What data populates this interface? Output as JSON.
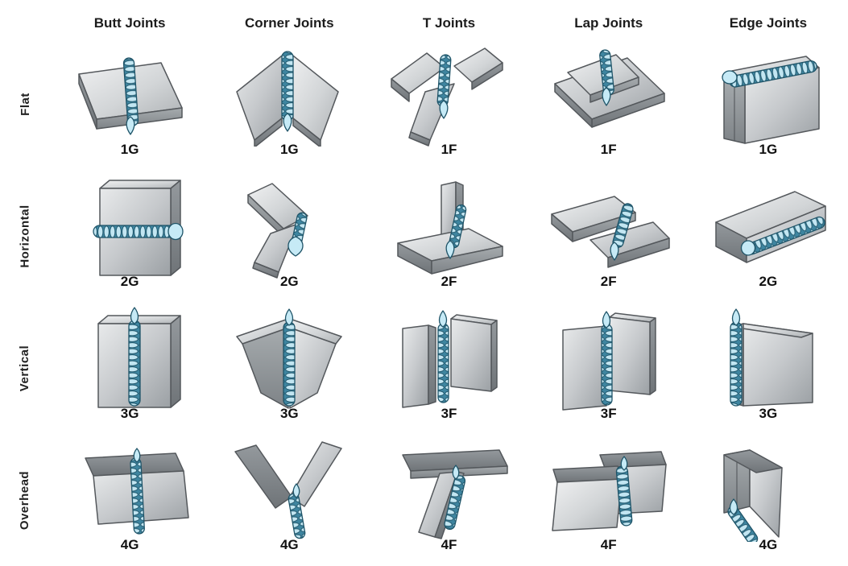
{
  "diagram": {
    "columns": [
      "Butt Joints",
      "Corner Joints",
      "T Joints",
      "Lap Joints",
      "Edge Joints"
    ],
    "rows": [
      "Flat",
      "Horizontal",
      "Vertical",
      "Overhead"
    ],
    "cells": [
      {
        "row": "Flat",
        "joint": "Butt",
        "code": "1G"
      },
      {
        "row": "Flat",
        "joint": "Corner",
        "code": "1G"
      },
      {
        "row": "Flat",
        "joint": "T",
        "code": "1F"
      },
      {
        "row": "Flat",
        "joint": "Lap",
        "code": "1F"
      },
      {
        "row": "Flat",
        "joint": "Edge",
        "code": "1G"
      },
      {
        "row": "Horizontal",
        "joint": "Butt",
        "code": "2G"
      },
      {
        "row": "Horizontal",
        "joint": "Corner",
        "code": "2G"
      },
      {
        "row": "Horizontal",
        "joint": "T",
        "code": "2F"
      },
      {
        "row": "Horizontal",
        "joint": "Lap",
        "code": "2F"
      },
      {
        "row": "Horizontal",
        "joint": "Edge",
        "code": "2G"
      },
      {
        "row": "Vertical",
        "joint": "Butt",
        "code": "3G"
      },
      {
        "row": "Vertical",
        "joint": "Corner",
        "code": "3G"
      },
      {
        "row": "Vertical",
        "joint": "T",
        "code": "3F"
      },
      {
        "row": "Vertical",
        "joint": "Lap",
        "code": "3F"
      },
      {
        "row": "Vertical",
        "joint": "Edge",
        "code": "3G"
      },
      {
        "row": "Overhead",
        "joint": "Butt",
        "code": "4G"
      },
      {
        "row": "Overhead",
        "joint": "Corner",
        "code": "4G"
      },
      {
        "row": "Overhead",
        "joint": "T",
        "code": "4F"
      },
      {
        "row": "Overhead",
        "joint": "Lap",
        "code": "4F"
      },
      {
        "row": "Overhead",
        "joint": "Edge",
        "code": "4G"
      }
    ],
    "colors": {
      "background": "#ffffff",
      "plate_light": "#e8eaeb",
      "plate_dark": "#7e8387",
      "outline": "#54585c",
      "weld_base": "#3e85a0",
      "weld_rib": "#c2e6f2",
      "weld_puddle": "#c6eaf6",
      "text": "#111111"
    }
  }
}
